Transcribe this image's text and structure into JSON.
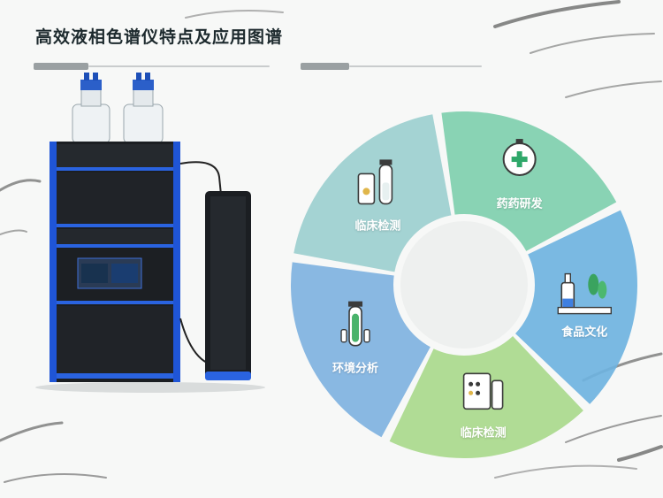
{
  "page": {
    "title": "高效液相色谱仪特点及应用图谱"
  },
  "wheel": {
    "segments": [
      {
        "label": "药药研发",
        "icon": "medicine-bottle-cross-icon",
        "color": "#7fcfae"
      },
      {
        "label": "食品文化",
        "icon": "bottle-and-plant-icon",
        "color": "#6fb3e0"
      },
      {
        "label": "临床检测",
        "icon": "test-tube-rack-icon",
        "color": "#a9d98c"
      },
      {
        "label": "环境分析",
        "icon": "sample-tube-icon",
        "color": "#7fb2e0"
      },
      {
        "label": "临床检测",
        "icon": "lab-flask-icon",
        "color": "#9ccfcf"
      }
    ]
  }
}
